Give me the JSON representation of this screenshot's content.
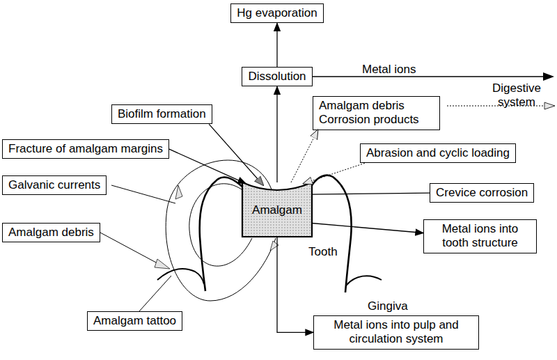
{
  "diagram": {
    "nodes": [
      {
        "text": [
          "Hg evaporation"
        ]
      },
      {
        "text": [
          "Dissolution"
        ]
      },
      {
        "text": [
          "Biofilm formation"
        ]
      },
      {
        "text": [
          "Amalgam debris Corrosion products"
        ]
      },
      {
        "text": [
          "Fracture of amalgam margins"
        ]
      },
      {
        "text": [
          "Abrasion and cyclic loading"
        ]
      },
      {
        "text": [
          "Galvanic currents"
        ]
      },
      {
        "text": [
          "Crevice corrosion"
        ]
      },
      {
        "text": [
          "Amalgam"
        ]
      },
      {
        "text": [
          "Metal ions into tooth structure"
        ]
      },
      {
        "text": [
          "Amalgam debris"
        ]
      },
      {
        "text": [
          "Amalgam tattoo"
        ]
      },
      {
        "text": [
          "Metal ions into pulp and circulation system"
        ]
      }
    ],
    "edges": [
      {
        "from": 1,
        "to": 0,
        "arrow": "to"
      },
      {
        "from": 8,
        "to": 1,
        "arrow": "to"
      },
      {
        "from": 2,
        "to": 8,
        "arrow": "to"
      },
      {
        "from": 4,
        "to": 8,
        "arrow": "to"
      },
      {
        "from": 8,
        "to": 3,
        "arrow": "to"
      },
      {
        "from": 5,
        "to": 8,
        "arrow": "to"
      },
      {
        "from": 7,
        "to": 8,
        "arrow": "none"
      },
      {
        "from": 8,
        "to": 9,
        "arrow": "to"
      },
      {
        "from": 8,
        "to": 12,
        "arrow": "to"
      }
    ],
    "labels": [
      "Metal ions",
      "Digestive system",
      "Tooth",
      "Gingiva"
    ]
  }
}
